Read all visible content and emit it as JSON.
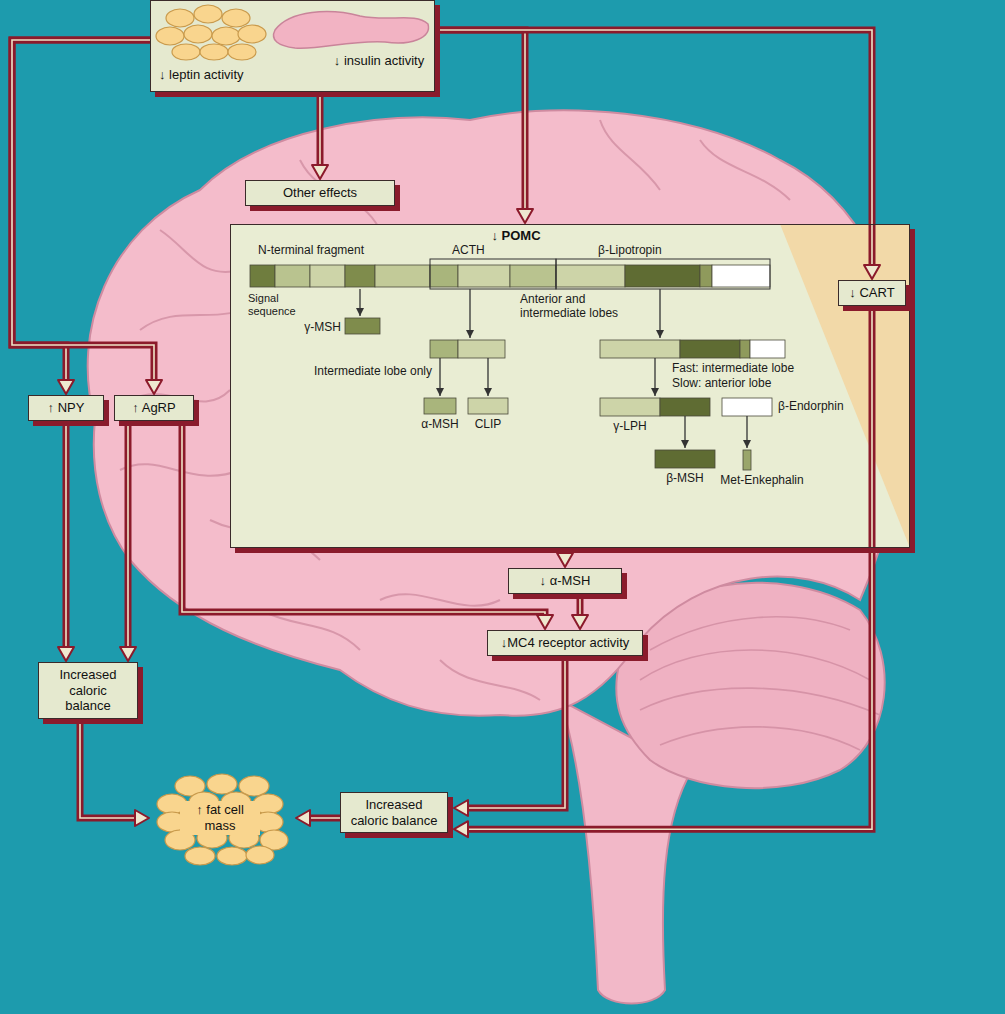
{
  "diagram": {
    "nodes": [
      {
        "text": [
          "↓ leptin activity",
          "↓ insulin activity"
        ]
      },
      {
        "text": [
          "Other effects"
        ]
      },
      {
        "text": [
          "↓ POMC"
        ]
      },
      {
        "text": [
          "↓ CART"
        ]
      },
      {
        "text": [
          "↑ NPY"
        ]
      },
      {
        "text": [
          "↑ AgRP"
        ]
      },
      {
        "text": [
          "↓ α-MSH"
        ]
      },
      {
        "text": [
          "↓MC4 receptor activity"
        ]
      },
      {
        "text": [
          "Increased caloric balance"
        ]
      },
      {
        "text": [
          "↑ fat cell mass"
        ]
      },
      {
        "text": [
          "Increased caloric balance"
        ]
      }
    ],
    "edges": [
      {
        "from": 0,
        "to": 1,
        "arrow": "to"
      },
      {
        "from": 0,
        "to": 4,
        "arrow": "to"
      },
      {
        "from": 0,
        "to": 5,
        "arrow": "to"
      },
      {
        "from": 0,
        "to": 2,
        "arrow": "to"
      },
      {
        "from": 0,
        "to": 3,
        "arrow": "to"
      },
      {
        "from": 4,
        "to": 8,
        "arrow": "to"
      },
      {
        "from": 5,
        "to": 8,
        "arrow": "to"
      },
      {
        "from": 5,
        "to": 7,
        "arrow": "to"
      },
      {
        "from": 2,
        "to": 6,
        "arrow": "to"
      },
      {
        "from": 6,
        "to": 7,
        "arrow": "to"
      },
      {
        "from": 7,
        "to": 10,
        "arrow": "to"
      },
      {
        "from": 3,
        "to": 10,
        "arrow": "to"
      },
      {
        "from": 8,
        "to": 9,
        "arrow": "to"
      },
      {
        "from": 10,
        "to": 9,
        "arrow": "to"
      }
    ],
    "labels": [
      "N-terminal fragment",
      "ACTH",
      "β-Lipotropin",
      "Signal sequence",
      "γ-MSH",
      "Anterior and intermediate lobes",
      "Intermediate lobe only",
      "α-MSH",
      "CLIP",
      "Fast: intermediate lobe",
      "Slow: anterior lobe",
      "γ-LPH",
      "β-Endorphin",
      "β-MSH",
      "Met-Enkephalin"
    ]
  }
}
